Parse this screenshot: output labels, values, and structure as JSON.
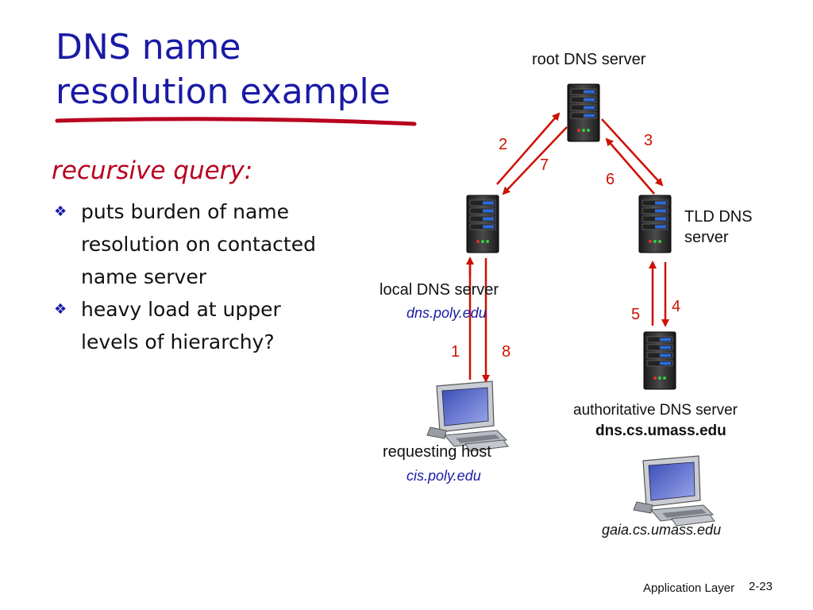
{
  "title_line1": "DNS name",
  "title_line2": "resolution example",
  "subheading": "recursive query:",
  "bullets": [
    "puts burden of name resolution on contacted name server",
    "heavy load at upper levels of hierarchy?"
  ],
  "nodes": {
    "root": "root DNS server",
    "tld_line1": "TLD DNS",
    "tld_line2": "server",
    "local": "local DNS server",
    "local_domain": "dns.poly.edu",
    "auth": "authoritative DNS server",
    "auth_domain": "dns.cs.umass.edu",
    "host": "requesting host",
    "host_domain": "cis.poly.edu",
    "gaia_domain": "gaia.cs.umass.edu"
  },
  "steps": [
    "1",
    "2",
    "3",
    "4",
    "5",
    "6",
    "7",
    "8"
  ],
  "footer": {
    "section": "Application Layer",
    "page": "2-23"
  },
  "colors": {
    "title": "#1a1aa6",
    "accent": "#b8001f",
    "arrow": "#cc1100"
  }
}
